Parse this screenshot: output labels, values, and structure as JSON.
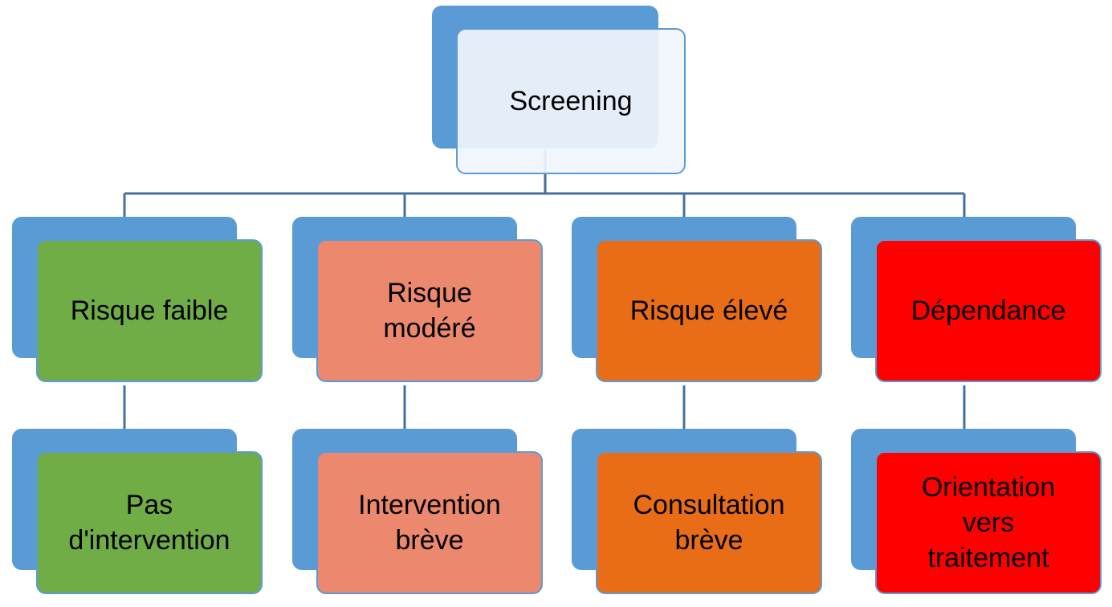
{
  "diagram": {
    "root": {
      "label": "Screening"
    },
    "branches": [
      {
        "level1": {
          "label": "Risque faible",
          "fill": "#70ad47"
        },
        "level2": {
          "label": "Pas d'intervention",
          "fill": "#70ad47"
        }
      },
      {
        "level1": {
          "label": "Risque modéré",
          "fill": "#eb886d"
        },
        "level2": {
          "label": "Intervention brève",
          "fill": "#eb886d"
        }
      },
      {
        "level1": {
          "label": "Risque élevé",
          "fill": "#e96c16"
        },
        "level2": {
          "label": "Consultation brève",
          "fill": "#e96c16"
        }
      },
      {
        "level1": {
          "label": "Dépendance",
          "fill": "#ff0000"
        },
        "level2": {
          "label": "Orientation vers traitement",
          "fill": "#ff0000"
        }
      }
    ],
    "colors": {
      "shadow": "#5b9bd5",
      "connector": "#41719c",
      "root_fill": "#f0f5fc"
    }
  }
}
